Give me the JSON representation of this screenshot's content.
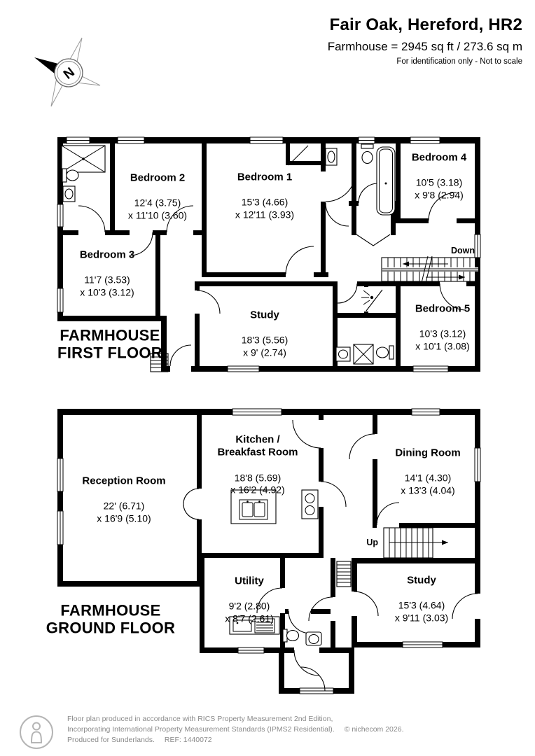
{
  "header": {
    "title": "Fair Oak, Hereford, HR2",
    "area_line": "Farmhouse = 2945 sq ft / 273.6 sq m",
    "disclaimer": "For identification only - Not to scale"
  },
  "compass": {
    "north_label": "N"
  },
  "first_floor": {
    "label": "FARMHOUSE\nFIRST FLOOR",
    "stair_label": "Down",
    "rooms": {
      "bedroom2": {
        "name": "Bedroom 2",
        "dims": "12'4 (3.75)\nx 11'10 (3.60)"
      },
      "bedroom1": {
        "name": "Bedroom 1",
        "dims": "15'3 (4.66)\nx 12'11 (3.93)"
      },
      "bedroom4": {
        "name": "Bedroom 4",
        "dims": "10'5 (3.18)\nx 9'8 (2.94)"
      },
      "bedroom3": {
        "name": "Bedroom 3",
        "dims": "11'7 (3.53)\nx 10'3 (3.12)"
      },
      "study": {
        "name": "Study",
        "dims": "18'3 (5.56)\nx 9' (2.74)"
      },
      "bedroom5": {
        "name": "Bedroom 5",
        "dims": "10'3 (3.12)\nx 10'1 (3.08)"
      }
    }
  },
  "ground_floor": {
    "label": "FARMHOUSE\nGROUND FLOOR",
    "stair_label": "Up",
    "rooms": {
      "reception": {
        "name": "Reception Room",
        "dims": "22' (6.71)\nx 16'9 (5.10)"
      },
      "kitchen": {
        "name": "Kitchen /\nBreakfast Room",
        "dims": "18'8 (5.69)\nx 16'2 (4.92)"
      },
      "dining": {
        "name": "Dining Room",
        "dims": "14'1 (4.30)\nx 13'3 (4.04)"
      },
      "utility": {
        "name": "Utility",
        "dims": "9'2 (2.80)\nx 8'7 (2.61)"
      },
      "study": {
        "name": "Study",
        "dims": "15'3 (4.64)\nx 9'11 (3.03)"
      }
    }
  },
  "footer": {
    "line1": "Floor plan produced in accordance with RICS Property Measurement 2nd Edition,",
    "line2": "Incorporating International Property Measurement Standards (IPMS2 Residential).",
    "copyright": "© nichecom 2026.",
    "line3": "Produced for Sunderlands.",
    "ref": "REF: 1440072"
  }
}
